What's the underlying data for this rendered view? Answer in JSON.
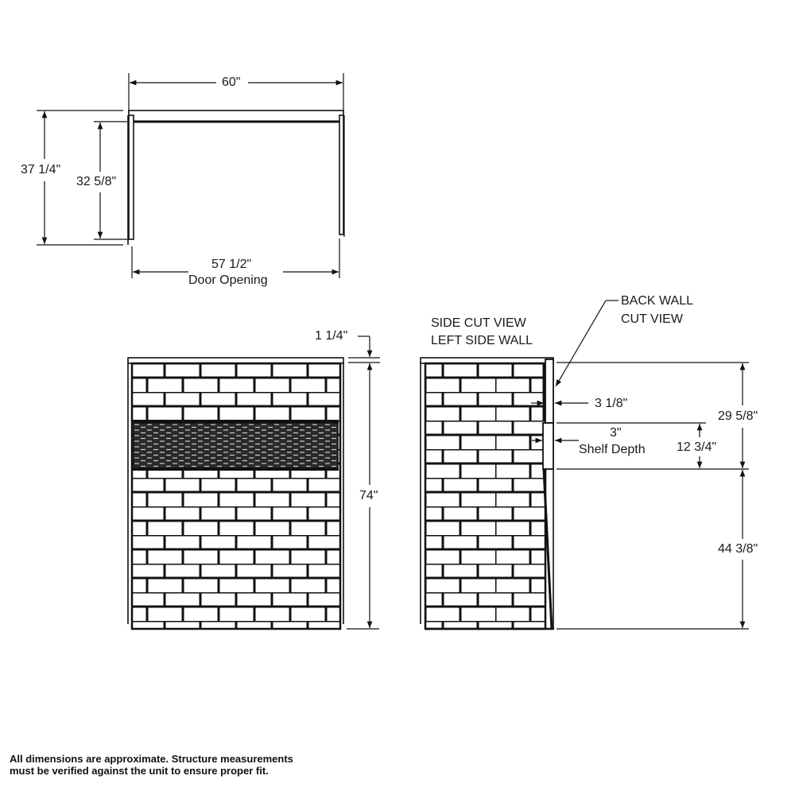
{
  "top_view": {
    "overall_width": "60\"",
    "overall_depth": "37 1/4\"",
    "inner_depth": "32 5/8\"",
    "door_opening_width": "57 1/2\"",
    "door_opening_label": "Door Opening"
  },
  "front_view": {
    "top_trim": "1 1/4\"",
    "height": "74\""
  },
  "side_view": {
    "title_line1": "SIDE CUT VIEW",
    "title_line2": "LEFT SIDE WALL",
    "callout_line1": "BACK WALL",
    "callout_line2": "CUT VIEW",
    "wall_thickness": "3 1/8\"",
    "shelf_depth_value": "3\"",
    "shelf_depth_label": "Shelf Depth",
    "upper_height": "29 5/8\"",
    "shelf_height": "12 3/4\"",
    "lower_height": "44 3/8\""
  },
  "footnote": {
    "line1": "All dimensions are approximate. Structure measurements",
    "line2": "must be verified against the unit to ensure proper fit."
  },
  "colors": {
    "line": "#111111",
    "background": "#ffffff",
    "shelf_fill": "#2a2a2a"
  }
}
